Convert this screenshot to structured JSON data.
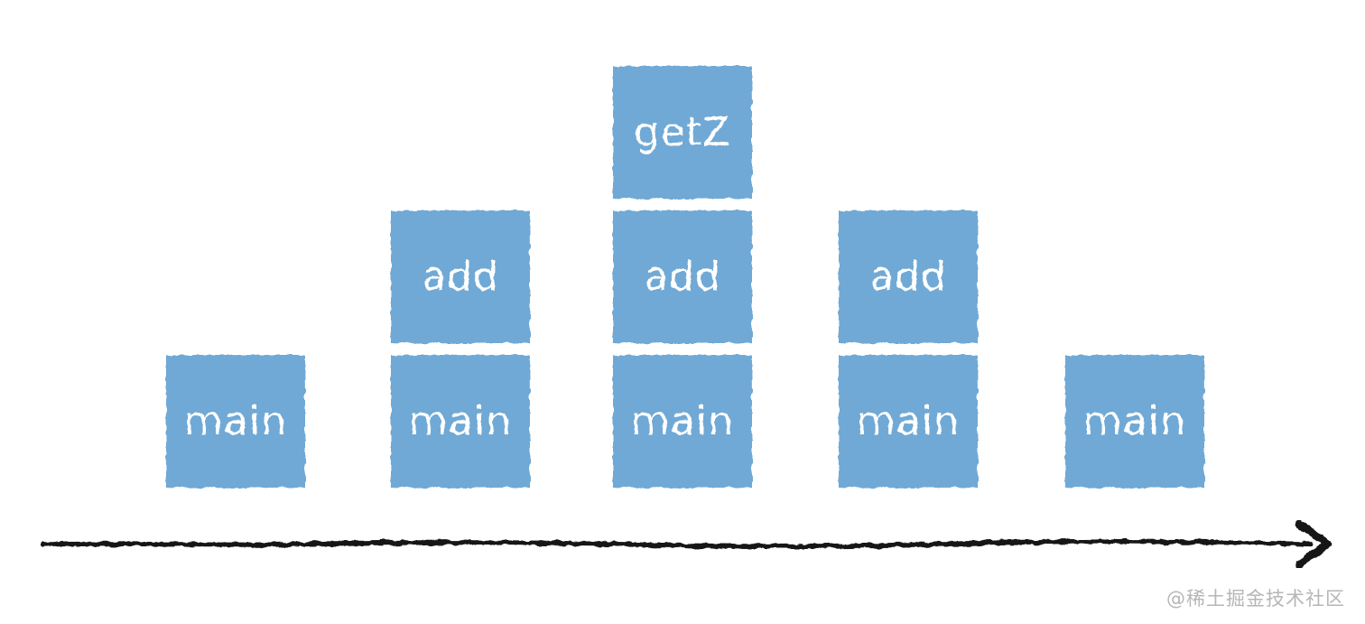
{
  "diagram": {
    "columns": [
      {
        "frames": [
          {
            "label": "main"
          }
        ]
      },
      {
        "frames": [
          {
            "label": "main"
          },
          {
            "label": "add"
          }
        ]
      },
      {
        "frames": [
          {
            "label": "main"
          },
          {
            "label": "add"
          },
          {
            "label": "getZ"
          }
        ]
      },
      {
        "frames": [
          {
            "label": "main"
          },
          {
            "label": "add"
          }
        ]
      },
      {
        "frames": [
          {
            "label": "main"
          }
        ]
      }
    ]
  },
  "watermark": {
    "text": "@稀土掘金技术社区"
  },
  "colors": {
    "frame": "#6fa9d5",
    "frame_text": "#ffffff",
    "arrow": "#161616",
    "watermark": "#b6b6b6",
    "background": "#ffffff"
  }
}
